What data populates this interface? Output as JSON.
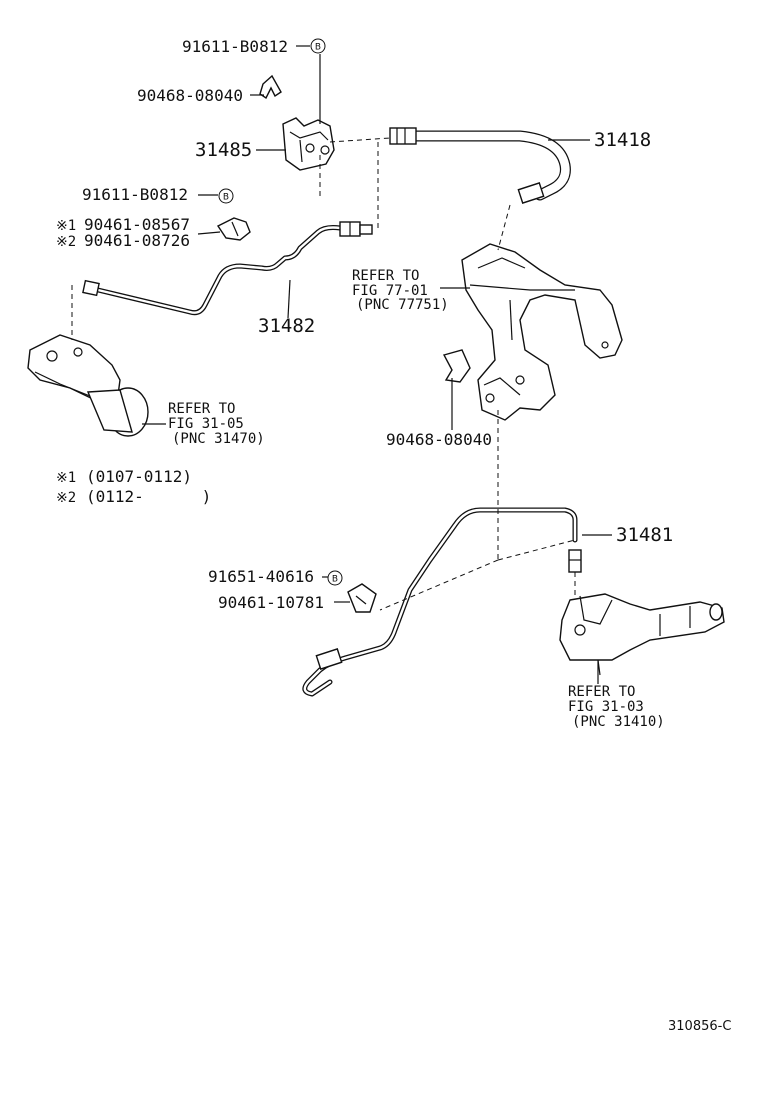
{
  "labels": {
    "p91611_top": "91611-B0812",
    "p90468_top": "90468-08040",
    "p31485": "31485",
    "p31418": "31418",
    "p91611_mid": "91611-B0812",
    "p90461_08567": "90461-08567",
    "p90461_08726": "90461-08726",
    "p31482": "31482",
    "p90468_mid": "90468-08040",
    "p31481": "31481",
    "p91651": "91651-40616",
    "p90461_10781": "90461-10781"
  },
  "markers": {
    "note1": "※1",
    "note2": "※2",
    "circle_b": "B"
  },
  "refs": {
    "ref_77_l1": "REFER TO",
    "ref_77_l2": "FIG 77-01",
    "ref_77_l3": "(PNC 77751)",
    "ref_3105_l1": "REFER TO",
    "ref_3105_l2": "FIG 31-05",
    "ref_3105_l3": "(PNC 31470)",
    "ref_3103_l1": "REFER TO",
    "ref_3103_l2": "FIG 31-03",
    "ref_3103_l3": "(PNC 31410)"
  },
  "notes": {
    "note1_range": "(0107-0112)",
    "note2_range": "(0112-      )"
  },
  "diagram_code": "310856-C"
}
